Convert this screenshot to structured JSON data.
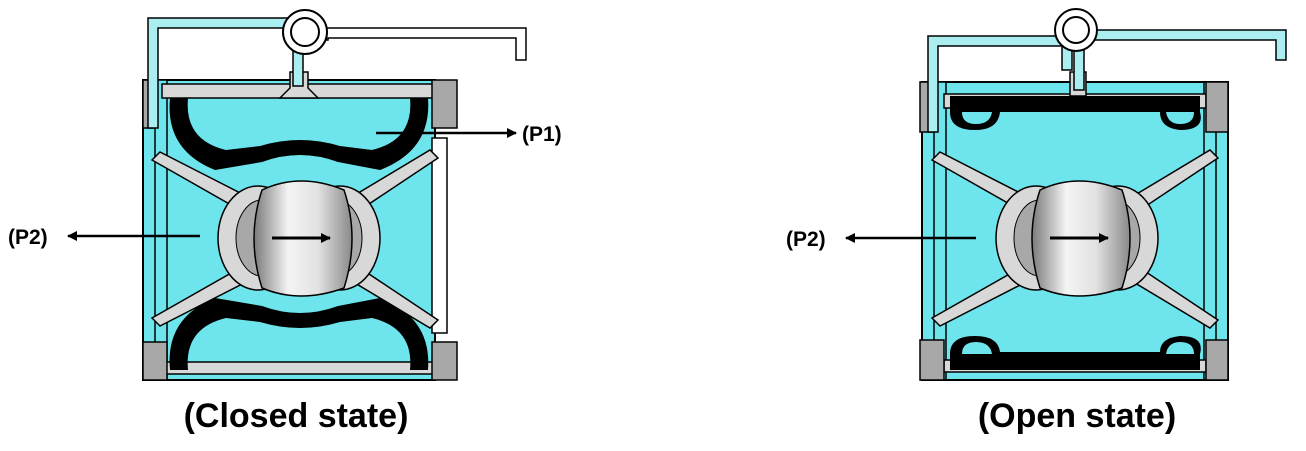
{
  "closed": {
    "caption": "(Closed state)",
    "label_p1": "(P1)",
    "label_p2": "(P2)"
  },
  "open": {
    "caption": "(Open state)",
    "label_p2": "(P2)"
  },
  "colors": {
    "fluid": "#6ee5ec",
    "pipe_fill": "#aaeef2",
    "membrane": "#000000",
    "metal_gray": "#a8a8a8",
    "light_gray": "#d8d8d8",
    "outline": "#000000"
  }
}
